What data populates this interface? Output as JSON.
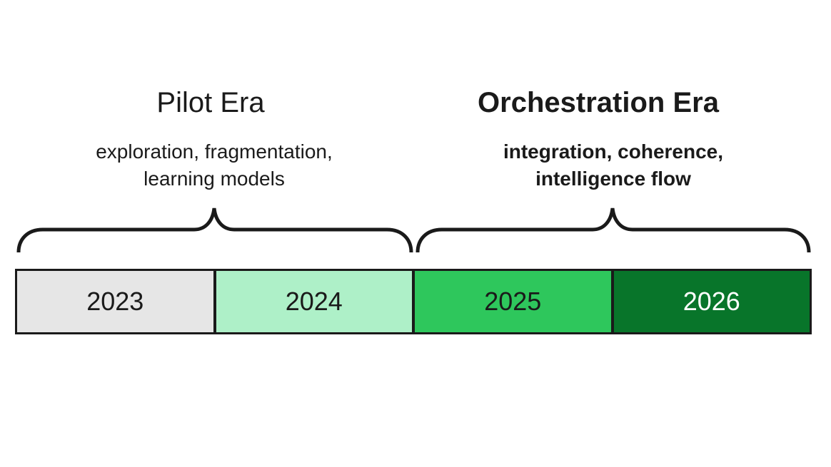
{
  "eras": [
    {
      "title": "Pilot Era",
      "subtitle_lines": [
        "exploration, fragmentation,",
        "learning models"
      ]
    },
    {
      "title": "Orchestration Era",
      "subtitle_lines": [
        "integration, coherence,",
        "intelligence flow"
      ]
    }
  ],
  "years": [
    {
      "label": "2023",
      "color": "#e6e6e6",
      "text_color": "#1a1a1a"
    },
    {
      "label": "2024",
      "color": "#aef0c8",
      "text_color": "#1a1a1a"
    },
    {
      "label": "2025",
      "color": "#2ec75c",
      "text_color": "#1a1a1a"
    },
    {
      "label": "2026",
      "color": "#08752a",
      "text_color": "#ffffff"
    }
  ]
}
